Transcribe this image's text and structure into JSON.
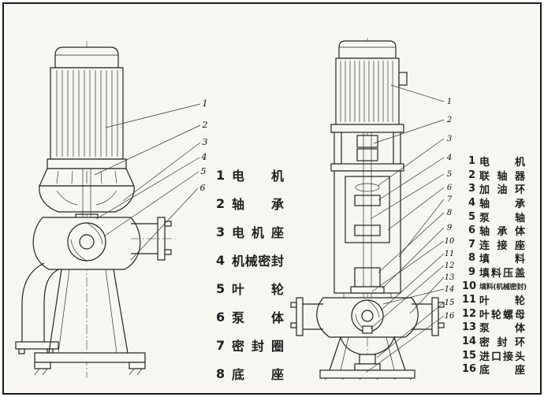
{
  "colors": {
    "paper": "#f7f6f1",
    "ink": "#1f1f1f",
    "line": "#222222"
  },
  "left": {
    "parts": [
      {
        "num": "1",
        "label": "电机"
      },
      {
        "num": "2",
        "label": "轴承"
      },
      {
        "num": "3",
        "label": "电机座"
      },
      {
        "num": "4",
        "label": "机械密封"
      },
      {
        "num": "5",
        "label": "叶轮"
      },
      {
        "num": "6",
        "label": "泵体"
      },
      {
        "num": "7",
        "label": "密封圈"
      },
      {
        "num": "8",
        "label": "底座"
      }
    ]
  },
  "right": {
    "parts": [
      {
        "num": "1",
        "label": "电机"
      },
      {
        "num": "2",
        "label": "联轴器"
      },
      {
        "num": "3",
        "label": "加油环"
      },
      {
        "num": "4",
        "label": "轴承"
      },
      {
        "num": "5",
        "label": "泵轴"
      },
      {
        "num": "6",
        "label": "轴承体"
      },
      {
        "num": "7",
        "label": "连接座"
      },
      {
        "num": "8",
        "label": "填料"
      },
      {
        "num": "9",
        "label": "填料压盖"
      },
      {
        "num": "10",
        "label": "填料(机械密封)"
      },
      {
        "num": "11",
        "label": "叶轮"
      },
      {
        "num": "12",
        "label": "叶轮螺母"
      },
      {
        "num": "13",
        "label": "泵体"
      },
      {
        "num": "14",
        "label": "密封环"
      },
      {
        "num": "15",
        "label": "进口接头"
      },
      {
        "num": "16",
        "label": "底座"
      }
    ]
  }
}
